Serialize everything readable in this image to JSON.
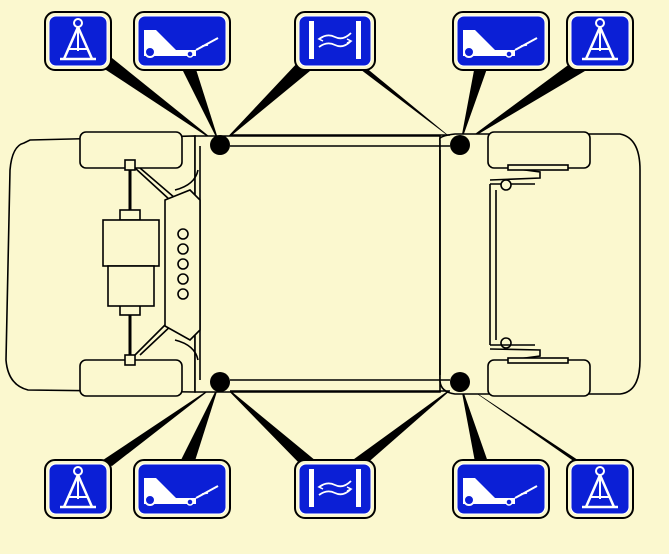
{
  "colors": {
    "background": "#fbf8cf",
    "badge_fill": "#0b1fd6",
    "badge_inner_border": "#ffffff",
    "outline": "#000000",
    "lift_point": "#000000"
  },
  "badge_icons": [
    "stand-icon",
    "floor-jack-icon",
    "lift-pads-icon"
  ],
  "lift_points": [
    "front-left-lift-point",
    "front-right-lift-point",
    "rear-left-lift-point",
    "rear-right-lift-point"
  ]
}
